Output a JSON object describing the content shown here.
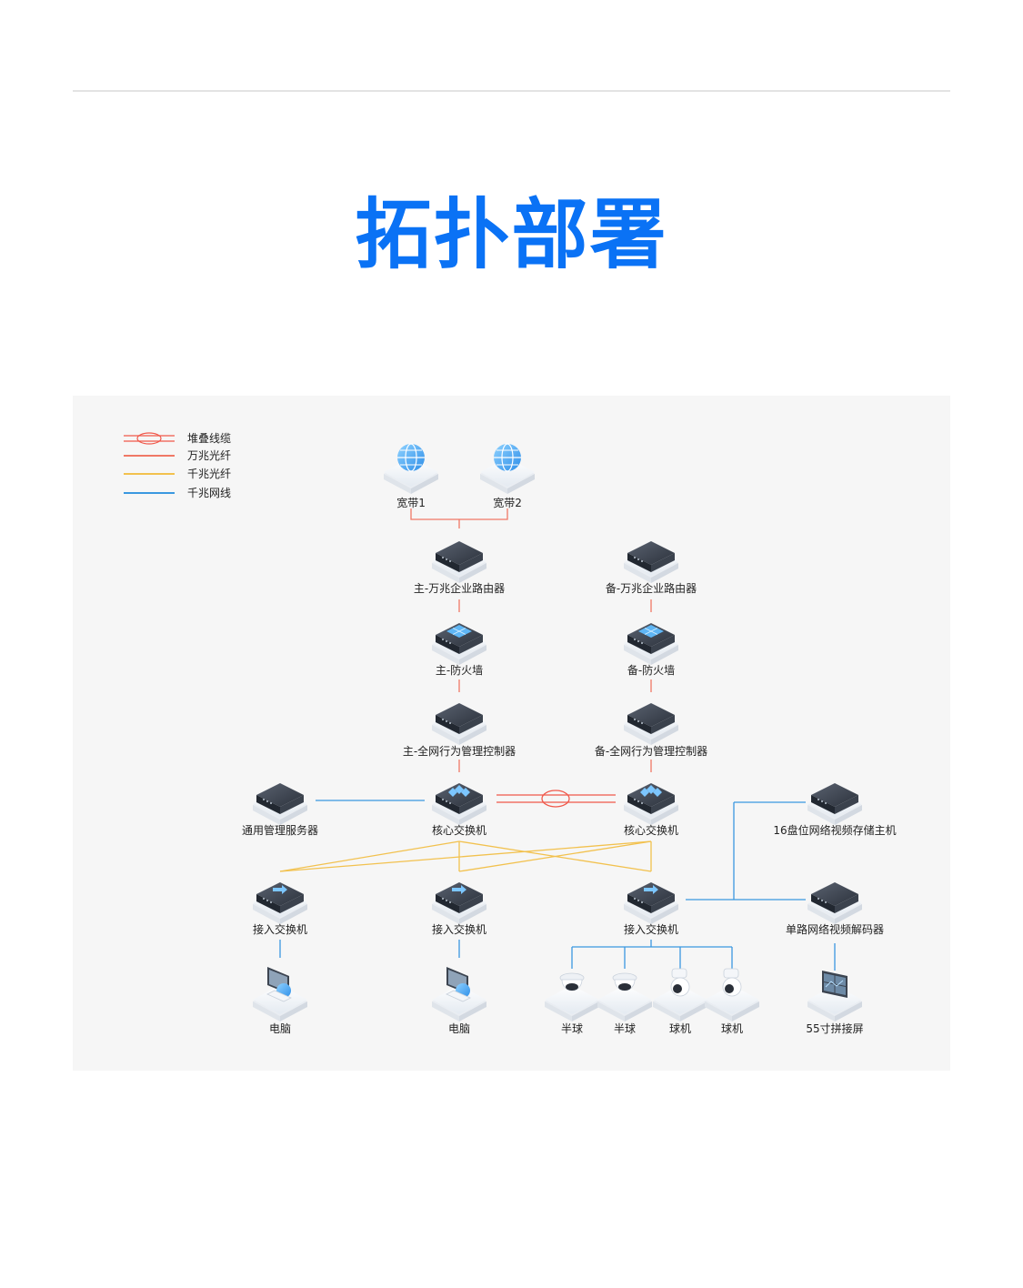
{
  "title": "拓扑部署",
  "colors": {
    "title": "#0a72f5",
    "stack_cable": "#f0584a",
    "ten_gig_fiber": "#f07866",
    "gig_fiber": "#f2c14e",
    "gig_ethernet": "#3a98e0"
  },
  "legend": [
    {
      "label": "堆叠线缆",
      "style": "stack"
    },
    {
      "label": "万兆光纤",
      "style": "ten_gig_fiber"
    },
    {
      "label": "千兆光纤",
      "style": "gig_fiber"
    },
    {
      "label": "千兆网线",
      "style": "gig_ethernet"
    }
  ],
  "nodes": {
    "broadband1": {
      "label": "宽带1",
      "icon": "globe-icon"
    },
    "broadband2": {
      "label": "宽带2",
      "icon": "globe-icon"
    },
    "main_router": {
      "label": "主-万兆企业路由器",
      "icon": "router-icon"
    },
    "backup_router": {
      "label": "备-万兆企业路由器",
      "icon": "router-icon"
    },
    "main_firewall": {
      "label": "主-防火墙",
      "icon": "firewall-icon"
    },
    "backup_firewall": {
      "label": "备-防火墙",
      "icon": "firewall-icon"
    },
    "main_behavior_controller": {
      "label": "主-全网行为管理控制器",
      "icon": "controller-icon"
    },
    "backup_behavior_controller": {
      "label": "备-全网行为管理控制器",
      "icon": "controller-icon"
    },
    "management_server": {
      "label": "通用管理服务器",
      "icon": "server-icon"
    },
    "core_switch_1": {
      "label": "核心交换机",
      "icon": "core-switch-icon"
    },
    "core_switch_2": {
      "label": "核心交换机",
      "icon": "core-switch-icon"
    },
    "nvr": {
      "label": "16盘位网络视频存储主机",
      "icon": "nvr-icon"
    },
    "access_switch_1": {
      "label": "接入交换机",
      "icon": "access-switch-icon"
    },
    "access_switch_2": {
      "label": "接入交换机",
      "icon": "access-switch-icon"
    },
    "access_switch_3": {
      "label": "接入交换机",
      "icon": "access-switch-icon"
    },
    "decoder": {
      "label": "单路网络视频解码器",
      "icon": "decoder-icon"
    },
    "pc_1": {
      "label": "电脑",
      "icon": "computer-icon"
    },
    "pc_2": {
      "label": "电脑",
      "icon": "computer-icon"
    },
    "dome_1": {
      "label": "半球",
      "icon": "dome-camera-icon"
    },
    "dome_2": {
      "label": "半球",
      "icon": "dome-camera-icon"
    },
    "ptz_1": {
      "label": "球机",
      "icon": "ptz-camera-icon"
    },
    "ptz_2": {
      "label": "球机",
      "icon": "ptz-camera-icon"
    },
    "video_wall": {
      "label": "55寸拼接屏",
      "icon": "video-wall-icon"
    }
  }
}
